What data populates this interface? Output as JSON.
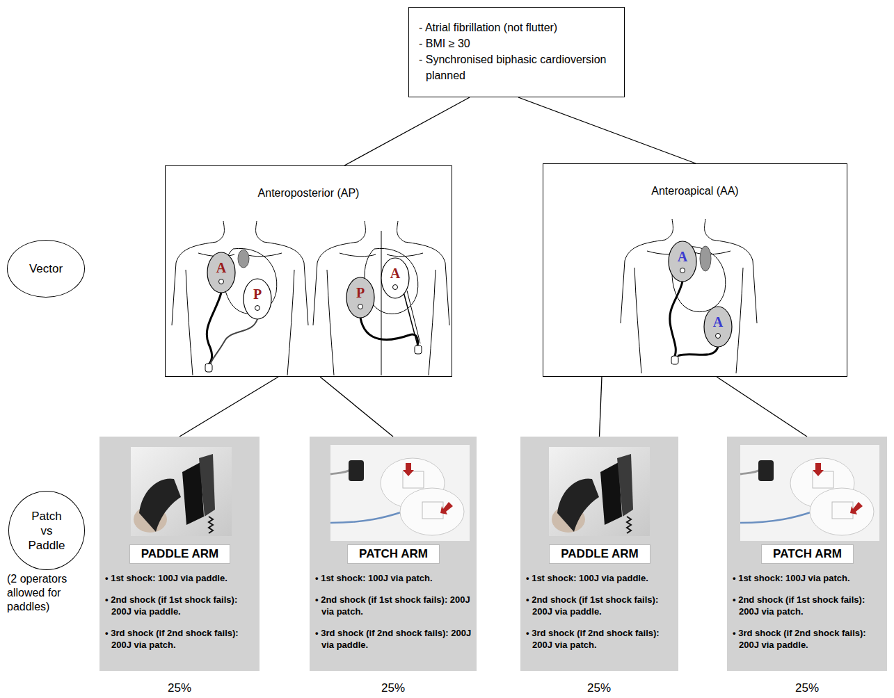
{
  "diagram": {
    "nodes": [
      {
        "text": [
          "- Atrial fibrillation (not flutter)",
          "- BMI ≥ 30",
          "- Synchronised biphasic cardioversion planned"
        ]
      },
      {
        "text": [
          "Vector"
        ]
      },
      {
        "text": [
          "Anteroposterior (AP)"
        ]
      },
      {
        "text": [
          "Anteroapical (AA)"
        ]
      },
      {
        "text": [
          "Patch vs Paddle"
        ]
      },
      {
        "text": [
          "PADDLE ARM",
          "• 1st shock: 100J via paddle.",
          "• 2nd shock (if 1st shock fails): 200J via paddle.",
          "• 3rd shock (if 2nd shock fails): 200J via patch."
        ]
      },
      {
        "text": [
          "PATCH ARM",
          "• 1st shock: 100J via patch.",
          "• 2nd shock (if 1st shock fails): 200J via patch.",
          "• 3rd shock (if 2nd shock fails): 200J via paddle."
        ]
      },
      {
        "text": [
          "PADDLE ARM",
          "• 1st shock: 100J via paddle.",
          "• 2nd shock (if 1st shock fails): 200J via paddle.",
          "• 3rd shock (if 2nd shock fails): 200J via patch."
        ]
      },
      {
        "text": [
          "PATCH ARM",
          "• 1st shock: 100J via patch.",
          "• 2nd shock (if 1st shock fails): 200J via patch.",
          "• 3rd shock (if 2nd shock fails): 200J via paddle."
        ]
      }
    ],
    "edges": [
      {
        "from": 0,
        "to": 2,
        "arrow": "none"
      },
      {
        "from": 0,
        "to": 3,
        "arrow": "none"
      },
      {
        "from": 2,
        "to": 5,
        "arrow": "none"
      },
      {
        "from": 2,
        "to": 6,
        "arrow": "none"
      },
      {
        "from": 3,
        "to": 7,
        "arrow": "none"
      },
      {
        "from": 3,
        "to": 8,
        "arrow": "none"
      }
    ],
    "labels": [
      "A",
      "P",
      "P",
      "A",
      "A",
      "A",
      "(2 operators allowed for paddles)",
      "25%",
      "25%",
      "25%",
      "25%"
    ]
  }
}
